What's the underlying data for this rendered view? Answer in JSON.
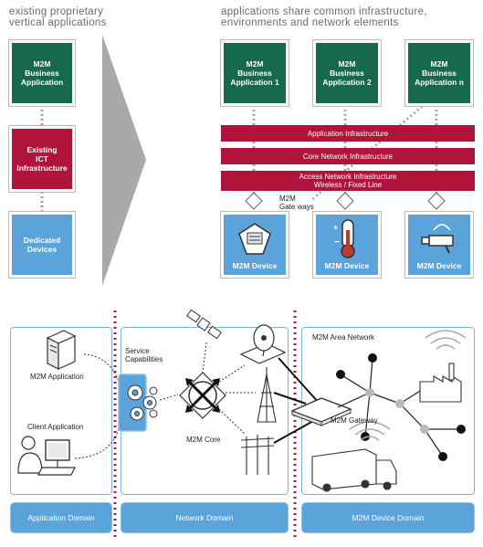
{
  "headers": {
    "left": "existing proprietary\nvertical applications",
    "right": "applications share common infrastructure,\nenvironments and network elements"
  },
  "left_column": {
    "app": "M2M\nBusiness\nApplication",
    "infra": "Existing\nICT\nInfrastructure",
    "devices": "Dedicated\nDevices"
  },
  "right_apps": [
    "M2M\nBusiness\nApplication 1",
    "M2M\nBusiness\nApplication 2",
    "M2M\nBusiness\nApplication n"
  ],
  "infra_bars": {
    "application": "Application Infrastructure",
    "core": "Core Network Infrastructure",
    "access": "Access Network Infrastructure\nWireless / Fixed Line"
  },
  "gateways": "M2M\nGate ways",
  "devices": [
    "M2M Device",
    "M2M Device",
    "M2M Device"
  ],
  "bottom": {
    "m2m_application": "M2M Application",
    "client_application": "Client Application",
    "service_capabilities": "Service\nCapabilities",
    "m2m_core": "M2M Core",
    "area_network": "M2M Area Network",
    "gateway": "M2M Gateway"
  },
  "domains": [
    "Application Domain",
    "Network Domain",
    "M2M Device Domain"
  ],
  "colors": {
    "green": "#16684e",
    "red": "#b0143b",
    "blue": "#5aa3db",
    "divider": "#b0143b"
  }
}
